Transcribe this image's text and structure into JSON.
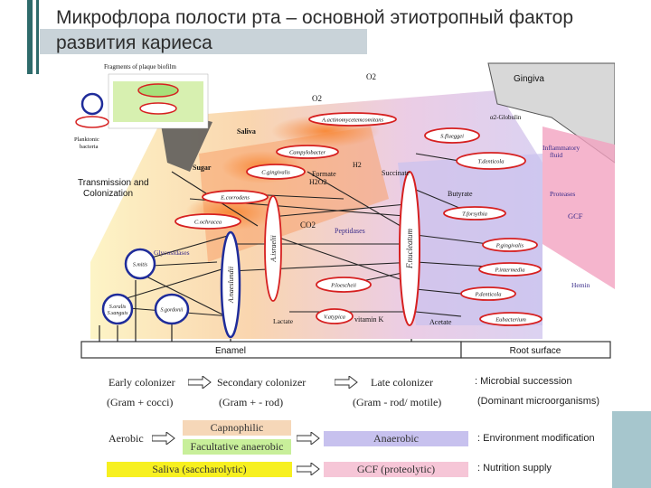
{
  "title": {
    "line1": "Микрофлора полости рта – основной этиотропный фактор",
    "line2": "развития кариеса"
  },
  "diagram": {
    "fragments_label": "Fragments of plaque biofilm",
    "planktonic_label": "Planktonic\nbacteria",
    "saliva_label": "Saliva",
    "sugar_label": "Sugar",
    "transmission_label": "Transmission and\nColonization",
    "o2_top": "O2",
    "o2_mid": "O2",
    "gingiva_label": "Gingiva",
    "globulin_label": "α2-Globulin",
    "inflammatory_label": "Inflammatory\nfluid",
    "proteases_label": "Proteases",
    "gcf_label": "GCF",
    "hemin_label": "Hemin",
    "formate_label": "Formate\nH2O2",
    "h2_label": "H2",
    "succinate_label": "Succinate",
    "butyrate_label": "Butyrate",
    "co2_label": "CO2",
    "peptidases_label": "Peptidases",
    "glycosidases_label": "Glycosidases",
    "lactate_label": "Lactate",
    "vitk_label": "vitamin K",
    "acetate_label": "Acetate",
    "enamel_label": "Enamel",
    "root_label": "Root surface",
    "bacteria": [
      "A.actinomycetemcomitans",
      "S.flueggei",
      "Campylobacter",
      "T.denticola",
      "C.gingivalis",
      "E.corrodens",
      "T.forsythia",
      "C.ochracea",
      "P.gingivalis",
      "P.intermedia",
      "P.denticola",
      "P.loescheii",
      "V.atypica",
      "Eubacterium",
      "S.mitis",
      "S.oralis\nS.sanguis",
      "S.gordonii"
    ],
    "vertical_bacteria": [
      "A.naeslundii",
      "A.israelii",
      "F.nucleatum"
    ]
  },
  "legend": {
    "row1": {
      "early": "Early colonizer",
      "secondary": "Secondary colonizer",
      "late": "Late colonizer",
      "meaning": ": Microbial succession"
    },
    "row2": {
      "early": "(Gram + cocci)",
      "secondary": "(Gram + - rod)",
      "late": "(Gram - rod/ motile)",
      "meaning": "(Dominant microorganisms)"
    },
    "row3": {
      "aerobic": "Aerobic",
      "capnophilic": "Capnophilic",
      "facultative": "Facultative anaerobic",
      "anaerobic": "Anaerobic",
      "meaning": ": Environment modification"
    },
    "row4": {
      "saliva": "Saliva (saccharolytic)",
      "gcf": "GCF (proteolytic)",
      "meaning": ": Nutrition supply"
    }
  },
  "colors": {
    "title_accent": "#2e6b6b",
    "capnophilic": "#f6d7b8",
    "facultative": "#c8ef9a",
    "anaerobic": "#c7c1ee",
    "saliva": "#f7f020",
    "gcf": "#f6c6d7",
    "bacteria_outline": "#d62020",
    "early_outline": "#1f2c9a"
  }
}
